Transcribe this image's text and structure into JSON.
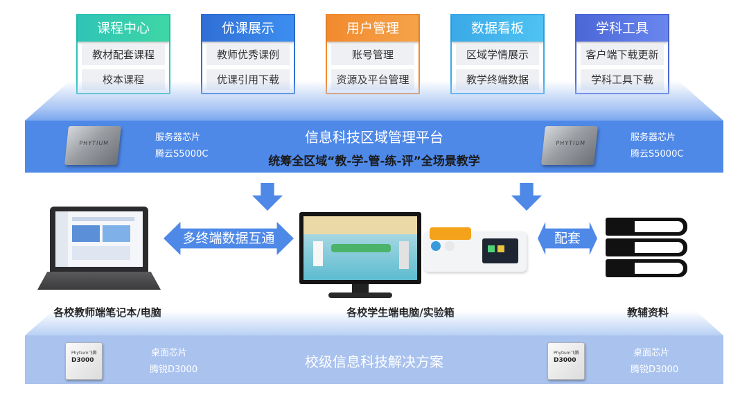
{
  "modules": [
    {
      "title": "课程中心",
      "items": [
        "教材配套课程",
        "校本课程"
      ],
      "color": "#2ec4b6",
      "color2": "#3fd6a6"
    },
    {
      "title": "优课展示",
      "items": [
        "教师优秀课例",
        "优课引用下载"
      ],
      "color": "#2f6fd6",
      "color2": "#3d8ef0"
    },
    {
      "title": "用户管理",
      "items": [
        "账号管理",
        "资源及平台管理"
      ],
      "color": "#f28a2e",
      "color2": "#f5a34a"
    },
    {
      "title": "数据看板",
      "items": [
        "区域学情展示",
        "教学终端数据"
      ],
      "color": "#3aa9e8",
      "color2": "#4fc3f2"
    },
    {
      "title": "学科工具",
      "items": [
        "客户端下载更新",
        "学科工具下载"
      ],
      "color": "#4b67d8",
      "color2": "#6a86ee"
    }
  ],
  "platform": {
    "title": "信息科技区域管理平台",
    "subtitle": "统筹全区域“教-学-管-练-评”全场景教学",
    "chip_left": {
      "label": "服务器芯片",
      "model": "腾云S5000C",
      "marking": "PHYTIUM"
    },
    "chip_right": {
      "label": "服务器芯片",
      "model": "腾云S5000C",
      "marking": "PHYTIUM"
    }
  },
  "connectors": {
    "left_arrow_label": "多终端数据互通",
    "right_arrow_label": "配套"
  },
  "devices": {
    "teacher": "各校教师端笔记本/电脑",
    "student": "各校学生端电脑/实验箱",
    "materials": "教辅资料"
  },
  "school": {
    "title": "校级信息科技解决方案",
    "chip_left": {
      "label": "桌面芯片",
      "model": "腾锐D3000",
      "marking": "D3000",
      "brand": "Phytium飞腾"
    },
    "chip_right": {
      "label": "桌面芯片",
      "model": "腾锐D3000",
      "marking": "D3000",
      "brand": "Phytium飞腾"
    }
  }
}
